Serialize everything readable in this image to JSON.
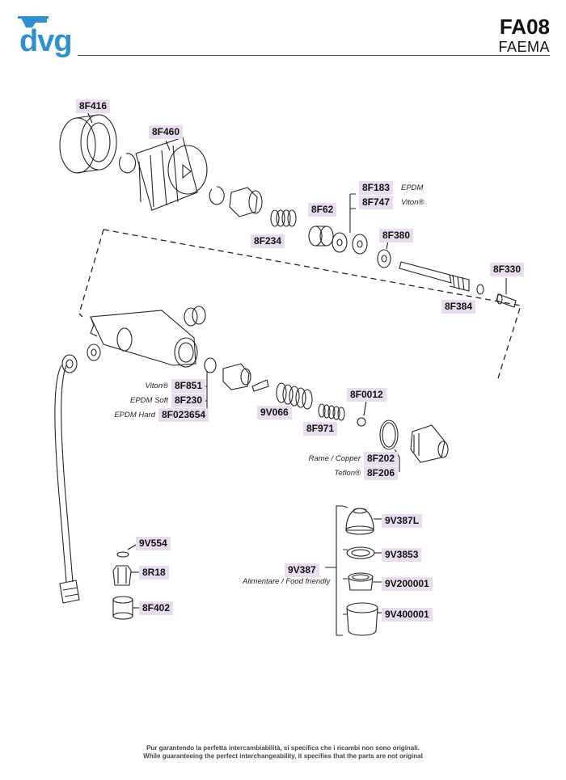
{
  "header": {
    "logo_text": "dvg",
    "model": "FA08",
    "brand": "FAEMA"
  },
  "parts": {
    "p8F416": "8F416",
    "p8F460": "8F460",
    "p8F183": "8F183",
    "p8F183_note": "EPDM",
    "p8F747": "8F747",
    "p8F747_note": "Viton®",
    "p8F62": "8F62",
    "p8F234": "8F234",
    "p8F380": "8F380",
    "p8F330": "8F330",
    "p8F384": "8F384",
    "p8F851": "8F851",
    "p8F851_note": "Viton®",
    "p8F230": "8F230",
    "p8F230_note": "EPDM Soft",
    "p8F023654": "8F023654",
    "p8F023654_note": "EPDM Hard",
    "p8F0012": "8F0012",
    "p9V066": "9V066",
    "p8F971": "8F971",
    "p8F202": "8F202",
    "p8F202_note": "Rame / Copper",
    "p8F206": "8F206",
    "p8F206_note": "Teflon®",
    "p9V387L": "9V387L",
    "p9V3853": "9V3853",
    "p9V387": "9V387",
    "p9V387_note": "Alimentare / Food friendly",
    "p9V200001": "9V200001",
    "p9V400001": "9V400001",
    "p9V554": "9V554",
    "p8R18": "8R18",
    "p8F402": "8F402"
  },
  "footer": {
    "line1": "Pur garantendo la perfetta intercambiabilità, si specifica che i ricambi non sono originali.",
    "line2": "While guaranteeing the perfect interchangeability, it specifies that the parts are not original"
  },
  "colors": {
    "label_bg": "#e9dcef",
    "logo": "#2f8fd0",
    "line": "#222222"
  }
}
